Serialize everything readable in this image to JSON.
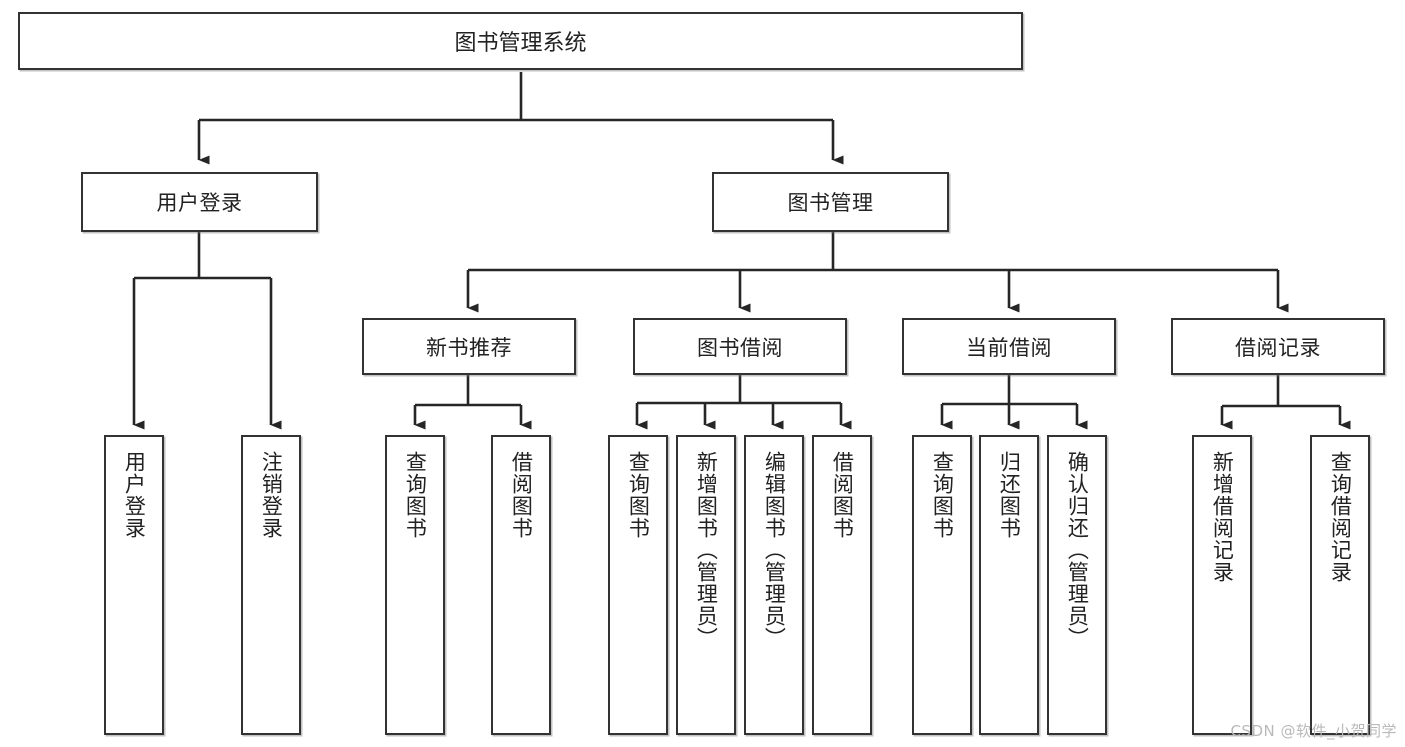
{
  "diagram": {
    "type": "tree",
    "title": "图书管理系统",
    "watermark": "CSDN @软件_小贺同学",
    "colors": {
      "background": "#ffffff",
      "box_border": "#333333",
      "box_fill": "#ffffff",
      "connector": "#262626",
      "text": "#222222",
      "watermark": "#b9b9b9"
    },
    "root": {
      "label": "图书管理系统"
    },
    "level2": [
      {
        "label": "用户登录"
      },
      {
        "label": "图书管理"
      }
    ],
    "level3": [
      {
        "label": "新书推荐"
      },
      {
        "label": "图书借阅"
      },
      {
        "label": "当前借阅"
      },
      {
        "label": "借阅记录"
      }
    ],
    "leaves": {
      "user_login": [
        {
          "label": "用户登录"
        },
        {
          "label": "注销登录"
        }
      ],
      "new_books": [
        {
          "label": "查询图书"
        },
        {
          "label": "借阅图书"
        }
      ],
      "book_borrow": [
        {
          "label": "查询图书"
        },
        {
          "label": "新增图书（管理员）"
        },
        {
          "label": "编辑图书（管理员）"
        },
        {
          "label": "借阅图书"
        }
      ],
      "current_borrow": [
        {
          "label": "查询图书"
        },
        {
          "label": "归还图书"
        },
        {
          "label": "确认归还（管理员）"
        }
      ],
      "borrow_records": [
        {
          "label": "新增借阅记录"
        },
        {
          "label": "查询借阅记录"
        }
      ]
    }
  }
}
